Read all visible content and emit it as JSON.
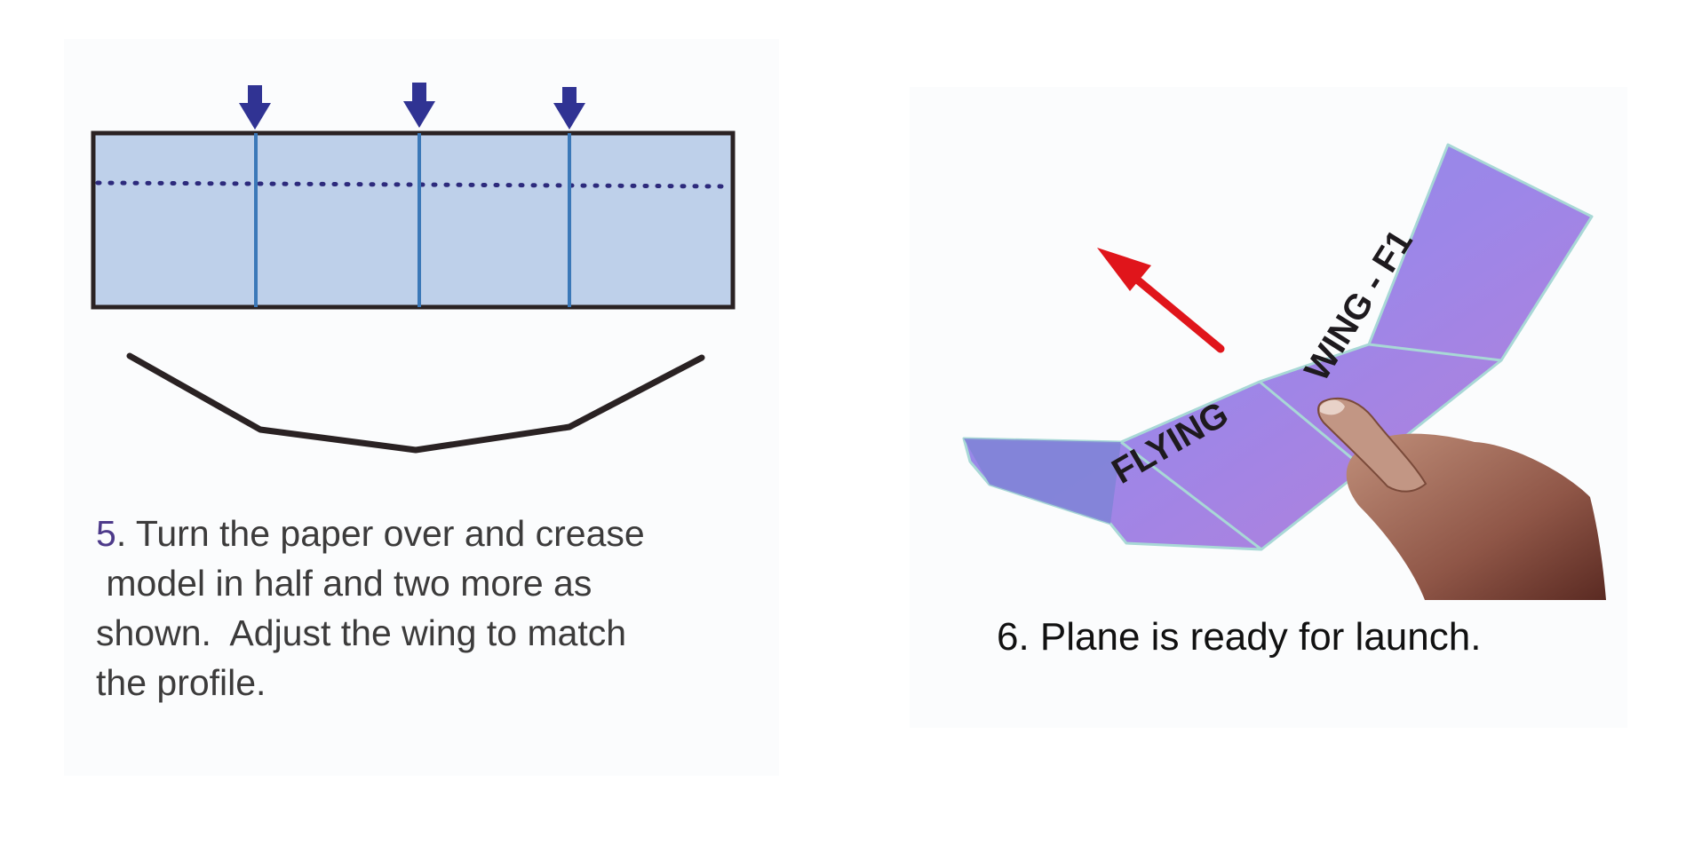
{
  "step5": {
    "number": "5",
    "text": ". Turn the paper over and crease\n model in half and two more as\nshown.  Adjust the wing to match\nthe profile."
  },
  "step6": {
    "caption": "6. Plane is ready for launch."
  },
  "plane": {
    "print_left": "FLYING",
    "print_right": "WING - F1"
  },
  "colors": {
    "paper_fill": "#bed0ea",
    "outline": "#2a2223",
    "crease": "#3b78b8",
    "arrow_down": "#303393",
    "fold_dots": "#2d2a7c",
    "launch_arrow": "#e0151b",
    "plane_purple": "#8f7fe2",
    "plane_edge": "#a8d8d6"
  },
  "icons": {
    "down_arrow": "down-arrow-icon",
    "launch_arrow": "launch-arrow-icon"
  }
}
